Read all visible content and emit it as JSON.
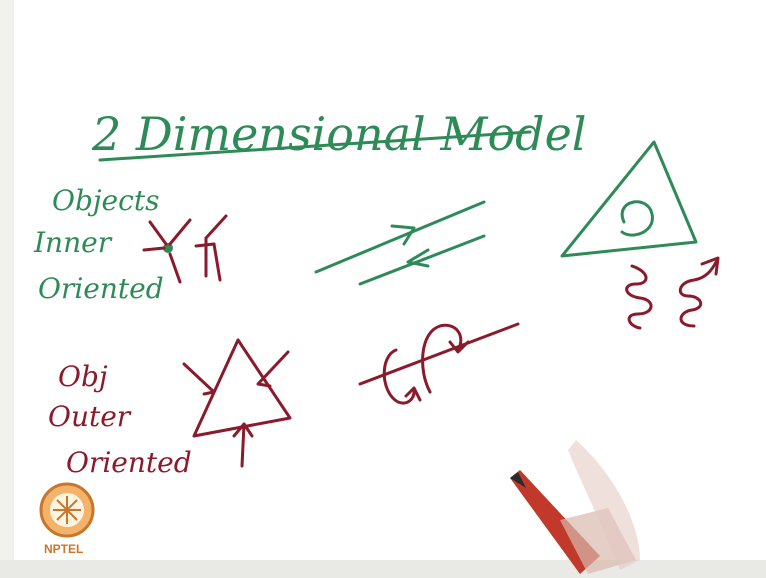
{
  "title": "2 Dimensional Model",
  "labels": {
    "objects": "Objects",
    "inner": "Inner",
    "oriented_1": "Oriented",
    "obj": "Obj",
    "outer": "Outer",
    "oriented_2": "Oriented"
  },
  "logo": {
    "text": "NPTEL"
  },
  "colors": {
    "green_ink": "#2e8b57",
    "maroon_ink": "#8b1a2b",
    "board": "#ffffff",
    "pen": "#c0392b"
  }
}
